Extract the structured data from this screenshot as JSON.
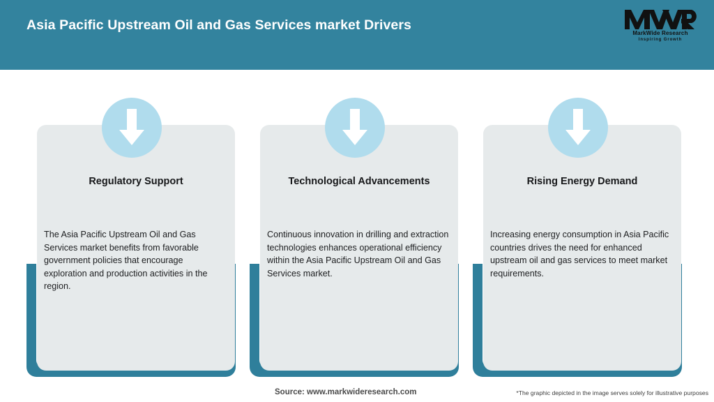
{
  "header": {
    "title": "Asia Pacific Upstream Oil and Gas Services market Drivers",
    "bar_color": "#33839e",
    "title_color": "#ffffff",
    "logo": {
      "mark": "MWR",
      "name": "MarkWide Research",
      "tagline": "Inspiring Growth"
    }
  },
  "colors": {
    "teal": "#33839e",
    "frame_teal": "#2f7f9b",
    "card_gray": "#e6eaeb",
    "icon_blue": "#b0dced",
    "arrow_white": "#ffffff",
    "page_background": "#ffffff"
  },
  "cards": [
    {
      "icon": "down-arrow-icon",
      "title": "Regulatory Support",
      "body": "The Asia Pacific Upstream Oil and Gas Services market benefits from favorable government policies that encourage exploration and production activities in the region."
    },
    {
      "icon": "down-arrow-icon",
      "title": "Technological Advancements",
      "body": "Continuous innovation in drilling and extraction technologies enhances operational efficiency within the Asia Pacific Upstream Oil and Gas Services market."
    },
    {
      "icon": "down-arrow-icon",
      "title": "Rising Energy Demand",
      "body": "Increasing energy consumption in Asia Pacific countries drives the need for enhanced upstream oil and gas services to meet market requirements."
    }
  ],
  "footer": {
    "source": "Source: www.markwideresearch.com",
    "disclaimer": "*The graphic depicted in the image serves solely for illustrative purposes"
  }
}
